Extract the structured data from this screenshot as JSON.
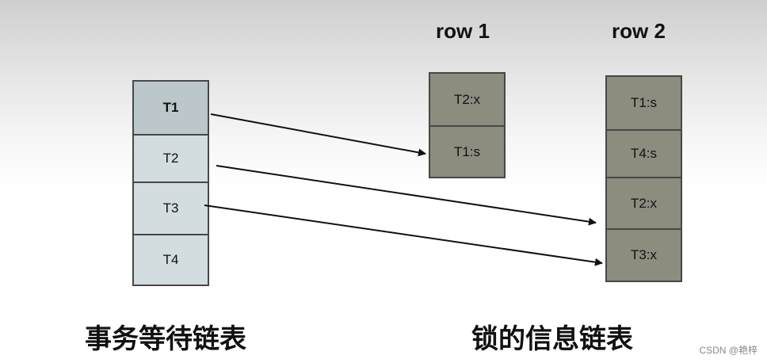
{
  "transaction_list": {
    "items": [
      "T1",
      "T2",
      "T3",
      "T4"
    ],
    "caption": "事务等待链表"
  },
  "lock_list": {
    "caption": "锁的信息链表",
    "rows": [
      {
        "header": "row 1",
        "entries": [
          "T2:x",
          "T1:s"
        ]
      },
      {
        "header": "row 2",
        "entries": [
          "T1:s",
          "T4:s",
          "T2:x",
          "T3:x"
        ]
      }
    ]
  },
  "arrows": [
    {
      "from": "T1",
      "to": "row 1 / T1:s"
    },
    {
      "from": "T2",
      "to": "row 2 / T2:x"
    },
    {
      "from": "T3",
      "to": "row 2 / T3:x"
    }
  ],
  "colors": {
    "transaction_cell": "#d3dde0",
    "transaction_cell_first": "#bcc7cb",
    "lock_cell": "#8c8c7f",
    "border": "#474747",
    "arrow": "#111111"
  },
  "watermark": "CSDN @艳梓"
}
